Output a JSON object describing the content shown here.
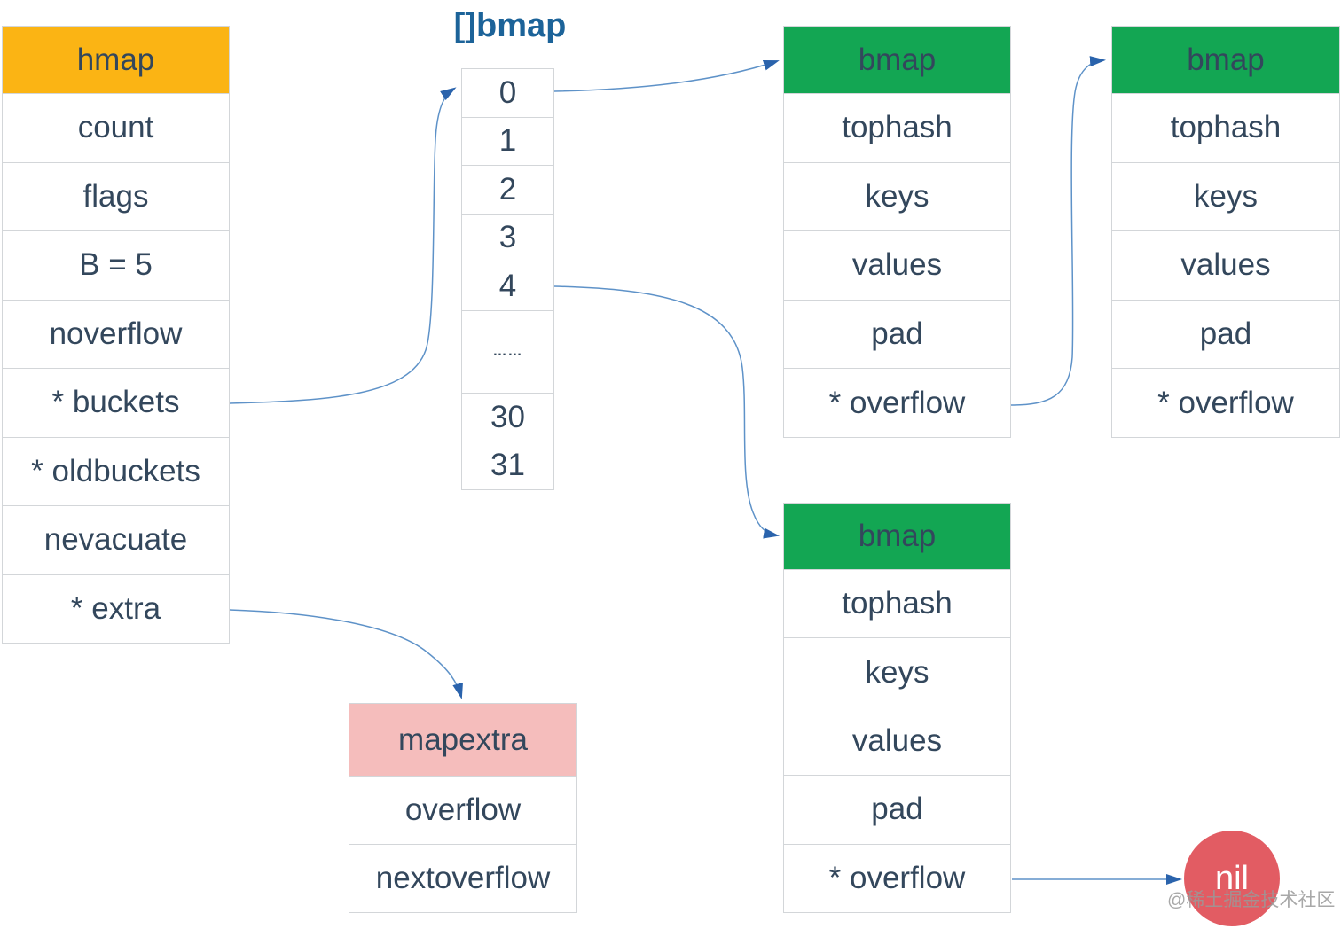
{
  "colors": {
    "text": "#33475C",
    "border": "#d3d6d9",
    "orange": "#FBB414",
    "green": "#13A653",
    "pink": "#F5BDBC",
    "red": "#E25C63",
    "title": "#1C6399",
    "arrow": "#5E92C8",
    "arrowhead": "#2A63AC",
    "watermark": "#9a9a9a"
  },
  "title": "[]bmap",
  "hmap": {
    "header": "hmap",
    "rows": [
      "count",
      "flags",
      "B = 5",
      "noverflow",
      "* buckets",
      "* oldbuckets",
      "nevacuate",
      "* extra"
    ]
  },
  "bucket_array": {
    "cells": [
      "0",
      "1",
      "2",
      "3",
      "4",
      "……",
      "30",
      "31"
    ]
  },
  "bmap_top": {
    "header": "bmap",
    "rows": [
      "tophash",
      "keys",
      "values",
      "pad",
      "* overflow"
    ]
  },
  "bmap_right": {
    "header": "bmap",
    "rows": [
      "tophash",
      "keys",
      "values",
      "pad",
      "* overflow"
    ]
  },
  "bmap_bottom": {
    "header": "bmap",
    "rows": [
      "tophash",
      "keys",
      "values",
      "pad",
      "* overflow"
    ]
  },
  "mapextra": {
    "header": "mapextra",
    "rows": [
      "overflow",
      "nextoverflow"
    ]
  },
  "nil_node": {
    "label": "nil"
  },
  "watermark": "@稀土掘金技术社区"
}
